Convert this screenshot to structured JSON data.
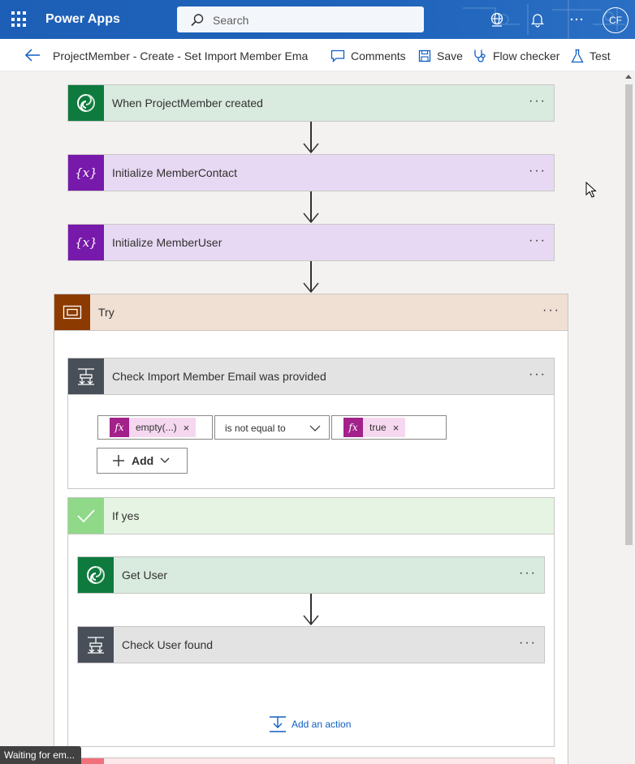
{
  "app": {
    "name": "Power Apps",
    "avatar_initials": "CF"
  },
  "search": {
    "placeholder": "Search"
  },
  "commandbar": {
    "flow_title": "ProjectMember - Create - Set Import Member Ema",
    "comments": "Comments",
    "save": "Save",
    "flow_checker": "Flow checker",
    "test": "Test"
  },
  "steps": {
    "trigger": {
      "label": "When ProjectMember created",
      "more": "···"
    },
    "init_contact": {
      "label": "Initialize MemberContact",
      "more": "···"
    },
    "init_user": {
      "label": "Initialize MemberUser",
      "more": "···"
    }
  },
  "scope": {
    "label": "Try",
    "more": "···",
    "condition": {
      "label": "Check Import Member Email was provided",
      "more": "···",
      "left_token": {
        "fx": "fx",
        "text": "empty(...)",
        "close": "×"
      },
      "operator": "is not equal to",
      "right_token": {
        "fx": "fx",
        "text": "true",
        "close": "×"
      },
      "add_label": "Add"
    },
    "if_yes": {
      "label": "If yes",
      "get_user": {
        "label": "Get User",
        "more": "···"
      },
      "check_user": {
        "label": "Check User found",
        "more": "···"
      },
      "add_action": "Add an action"
    }
  },
  "status_bar": {
    "text": "Waiting for em..."
  },
  "colors": {
    "header": "#1f64bb",
    "dataverse": "#0e7a3e",
    "dataverse_bg": "#d9eadf",
    "variable": "#7719aa",
    "variable_bg": "#e7d9f3",
    "scope": "#8c3a00",
    "scope_bg": "#f0dfd3",
    "condition": "#484f58",
    "condition_bg": "#e3e3e4",
    "yes": "#8fd989",
    "yes_bg": "#e6f4e3",
    "fx": "#a2218a",
    "link": "#0f5ec4"
  }
}
